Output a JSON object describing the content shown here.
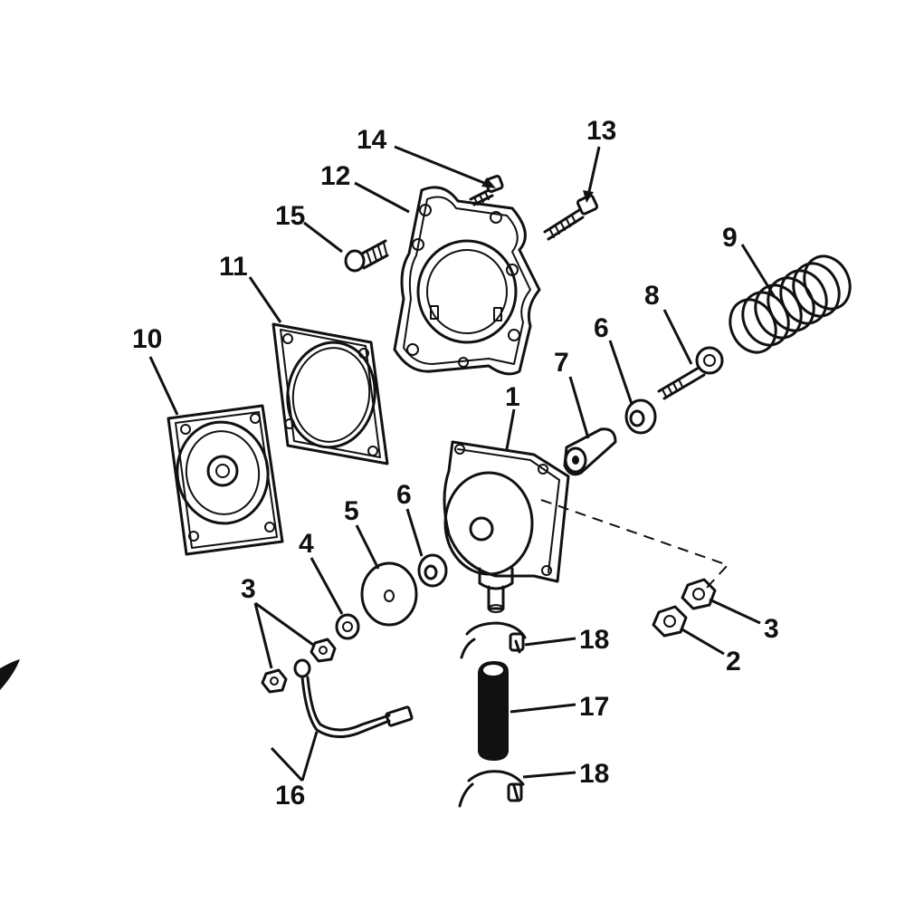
{
  "callouts": {
    "c1": "1",
    "c2": "2",
    "c3a": "3",
    "c3b": "3",
    "c4": "4",
    "c5": "5",
    "c6a": "6",
    "c6b": "6",
    "c7": "7",
    "c8": "8",
    "c9": "9",
    "c10": "10",
    "c11": "11",
    "c12": "12",
    "c13": "13",
    "c14": "14",
    "c15": "15",
    "c16": "16",
    "c17": "17",
    "c18a": "18",
    "c18b": "18"
  },
  "colors": {
    "ink": "#111111",
    "background": "#ffffff"
  }
}
